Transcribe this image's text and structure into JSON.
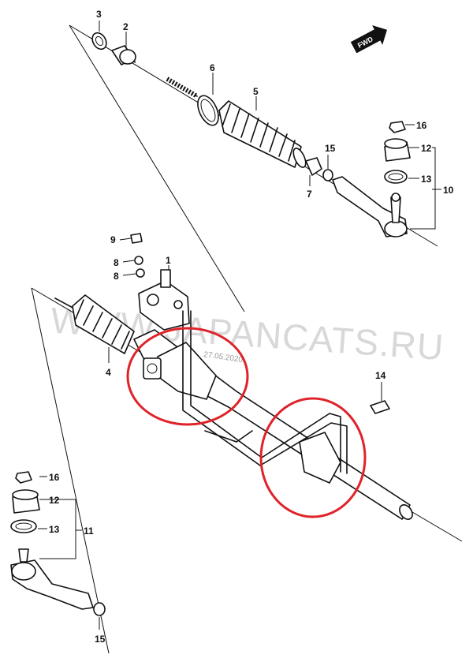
{
  "diagram": {
    "watermark": "WWW.JAPANCATS.RU",
    "stamp": "27.05.2020",
    "direction_badge": "FWD",
    "accent_color": "#e0222a",
    "ink_color": "#111111",
    "callouts": {
      "c1": "1",
      "c2": "2",
      "c3": "3",
      "c4": "4",
      "c5": "5",
      "c6": "6",
      "c7": "7",
      "c8a": "8",
      "c8b": "8",
      "c9": "9",
      "c10": "10",
      "c11": "11",
      "c12a": "12",
      "c12b": "12",
      "c13a": "13",
      "c13b": "13",
      "c14": "14",
      "c15a": "15",
      "c15b": "15",
      "c16a": "16",
      "c16b": "16"
    }
  }
}
